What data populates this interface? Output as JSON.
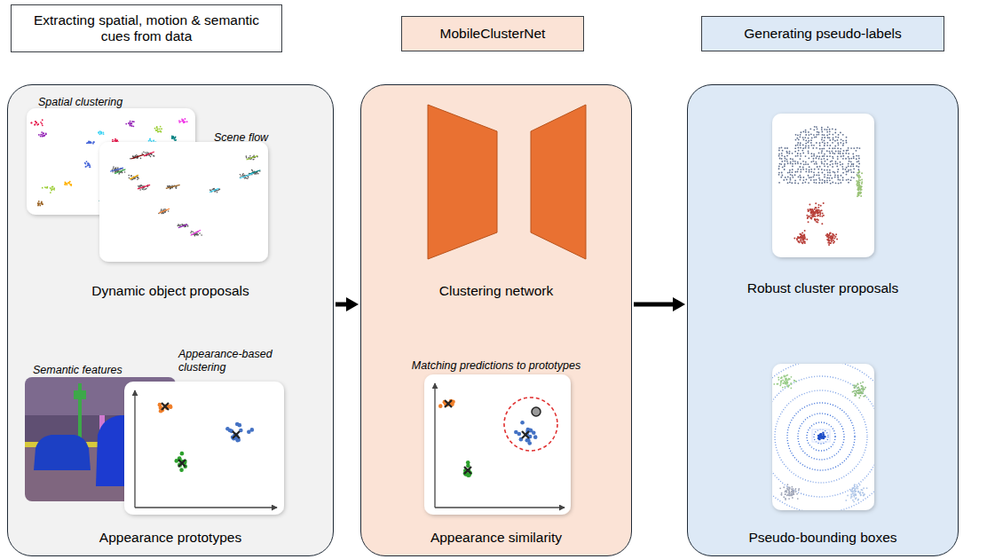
{
  "diagram": {
    "nodes": [
      {
        "text": [
          "Extracting spatial, motion & semantic cues from data"
        ]
      },
      {
        "text": [
          "Spatial clustering",
          "Scene flow",
          "Dynamic object proposals",
          "Semantic features",
          "Appearance-based clustering",
          "Appearance prototypes"
        ]
      },
      {
        "text": [
          "MobileClusterNet"
        ]
      },
      {
        "text": [
          "Clustering network",
          "Matching predictions to prototypes",
          "Appearance similarity"
        ]
      },
      {
        "text": [
          "Generating pseudo-labels"
        ]
      },
      {
        "text": [
          "Robust cluster proposals",
          "Pseudo-bounding boxes"
        ]
      }
    ],
    "edges": [
      {
        "from": 1,
        "to": 3,
        "arrow": "to"
      },
      {
        "from": 3,
        "to": 5,
        "arrow": "to"
      }
    ]
  }
}
